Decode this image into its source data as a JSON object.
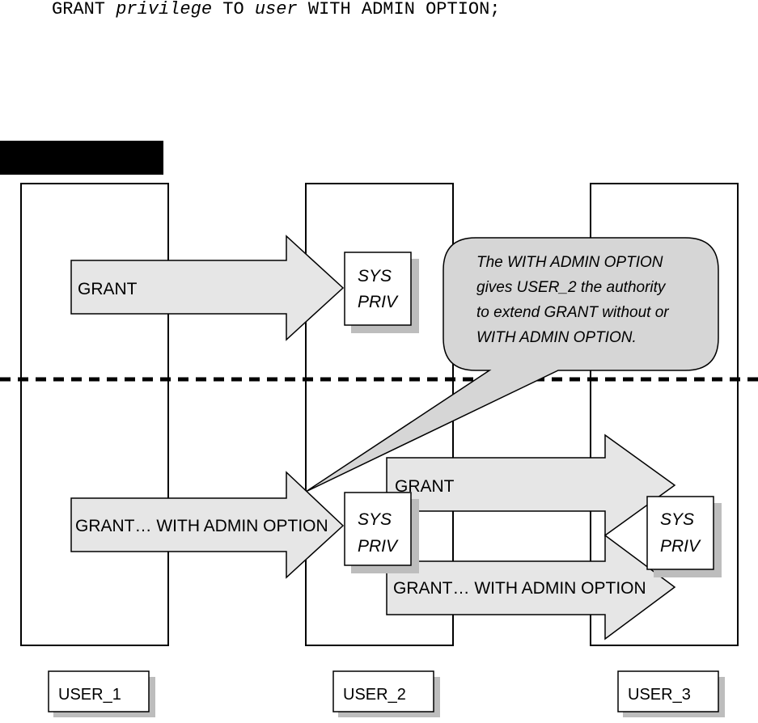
{
  "syntax": {
    "keyword_grant": "GRANT",
    "param_privilege": "privilege",
    "keyword_to": "TO",
    "param_user": "user",
    "keyword_with_admin": "WITH ADMIN OPTION;"
  },
  "diagram": {
    "arrows": {
      "grant_top": "GRANT",
      "grant_admin_bottom": "GRANT…  WITH ADMIN OPTION",
      "grant_user3": "GRANT",
      "grant_admin_user3": "GRANT…  WITH ADMIN OPTION"
    },
    "sys_priv": {
      "line1": "SYS",
      "line2": "PRIV"
    },
    "callout": {
      "line1": "The WITH ADMIN OPTION",
      "line2": "gives USER_2 the authority",
      "line3": "to extend GRANT without or",
      "line4": "WITH ADMIN OPTION."
    },
    "users": {
      "user1": "USER_1",
      "user2": "USER_2",
      "user3": "USER_3"
    }
  },
  "colors": {
    "arrow_fill": "#e6e6e6",
    "shadow": "#bdbdbd",
    "callout_fill": "#d6d6d6",
    "label_bar": "#000000"
  }
}
